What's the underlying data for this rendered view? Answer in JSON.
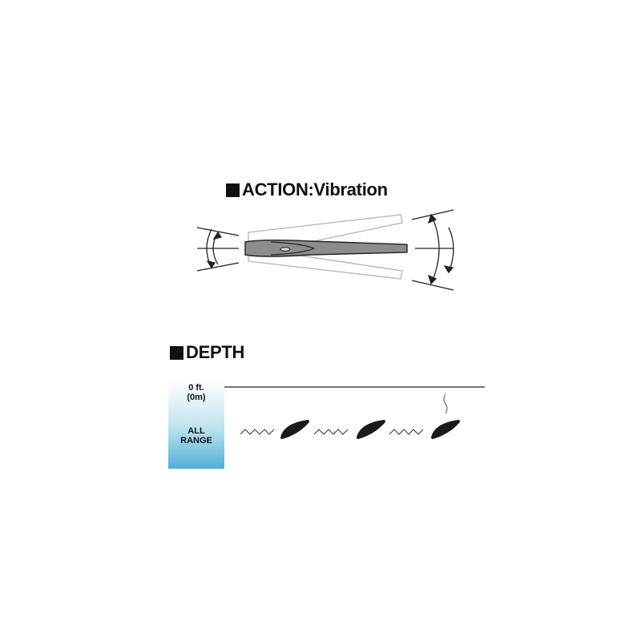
{
  "action": {
    "title": "ACTION:Vibration",
    "icon": "lure-side-wobble"
  },
  "depth": {
    "title": "DEPTH",
    "surface_label": "0 ft.",
    "surface_metric": "(0m)",
    "range_label": "ALL",
    "range_label_2": "RANGE",
    "water_color_top": "#ffffff",
    "water_color_bottom": "#4fb0d6"
  }
}
